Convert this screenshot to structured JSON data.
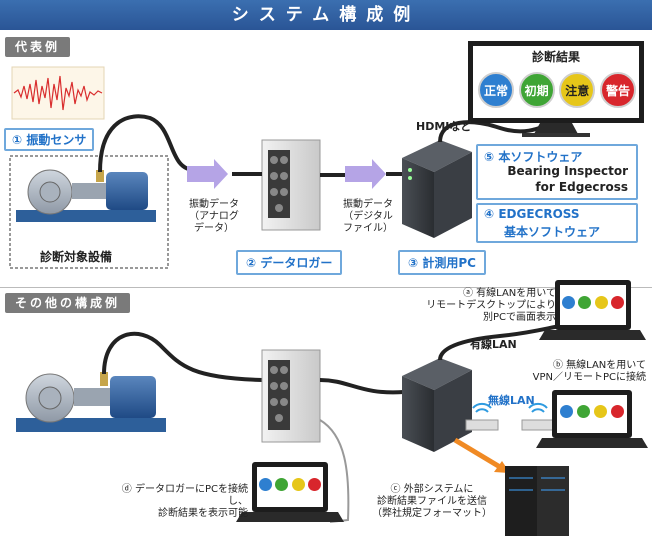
{
  "title": "システム構成例",
  "sections": {
    "example": "代表例",
    "other": "その他の構成例"
  },
  "labels": {
    "sensor": "① 振動センサ",
    "equipment": "診断対象設備",
    "logger": "② データロガー",
    "pc": "③ 計測用PC",
    "hdmi": "HDMIなど",
    "software_num": "⑤ 本ソフトウェア",
    "software_name1": "Bearing Inspector",
    "software_name2": "for Edgecross",
    "edgecross1": "④ EDGECROSS",
    "edgecross2": "基本ソフトウェア",
    "analog1": "振動データ",
    "analog2": "（アナログ",
    "analog3": "データ）",
    "digital1": "振動データ",
    "digital2": "（デジタル",
    "digital3": "ファイル）",
    "wired_lan": "有線LAN",
    "wireless_lan": "無線LAN",
    "note_a1": "ⓐ 有線LANを用いて",
    "note_a2": "リモートデスクトップにより",
    "note_a3": "別PCで画面表示",
    "note_b1": "ⓑ 無線LANを用いて",
    "note_b2": "VPN／リモートPCに接続",
    "note_c1": "ⓒ 外部システムに",
    "note_c2": "診断結果ファイルを送信",
    "note_c3": "（弊社規定フォーマット）",
    "note_d1": "ⓓ データロガーにPCを接続し、",
    "note_d2": "診断結果を表示可能"
  },
  "monitor": {
    "title": "診断結果",
    "states": [
      {
        "label": "正常",
        "color": "#2e7fd0"
      },
      {
        "label": "初期",
        "color": "#3fa535"
      },
      {
        "label": "注意",
        "color": "#e6c619"
      },
      {
        "label": "警告",
        "color": "#d8262c"
      }
    ]
  },
  "colors": {
    "accent": "#2272c8",
    "arrow": "#b5a4e6",
    "orange_arrow": "#f08a24"
  }
}
